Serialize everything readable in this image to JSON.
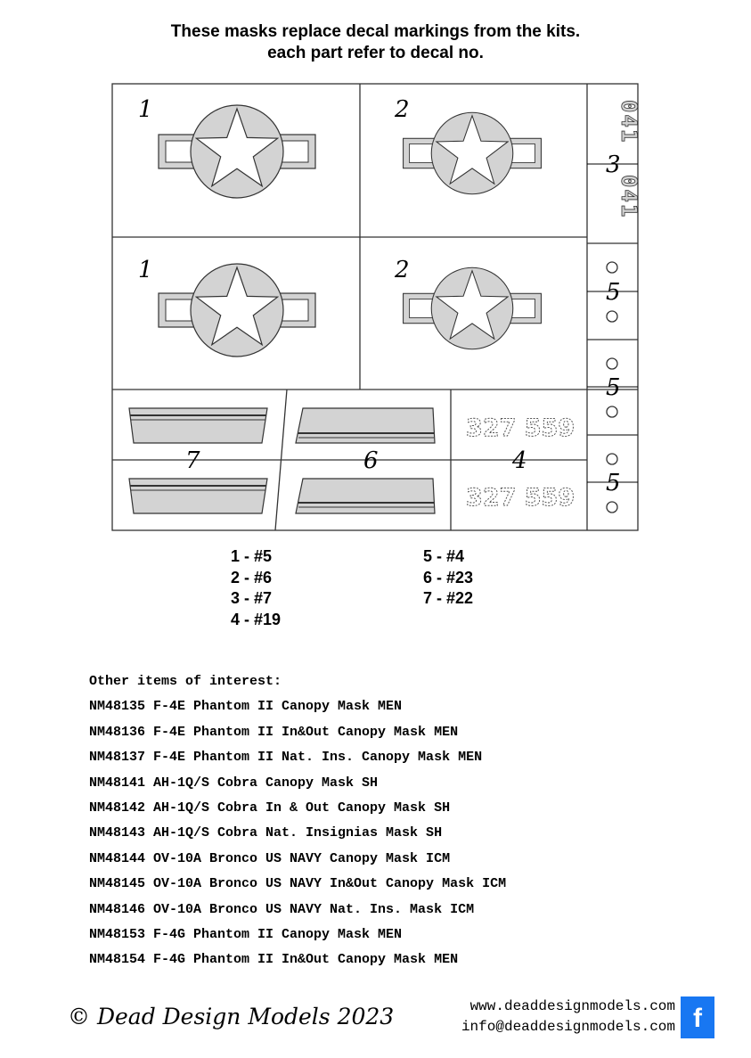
{
  "header": {
    "line1": "These masks replace decal markings from the kits.",
    "line2": "each part refer to decal no."
  },
  "sheet": {
    "part_numbers": [
      "1",
      "2",
      "1",
      "2",
      "3",
      "5",
      "5",
      "5",
      "7",
      "6",
      "4"
    ],
    "serial_codes": [
      "041",
      "041"
    ],
    "tail_numbers": [
      "327 559",
      "327 559"
    ]
  },
  "legend": {
    "left": [
      "1 - #5",
      "2 - #6",
      "3 - #7",
      "4 - #19"
    ],
    "right": [
      "5 - #4",
      "6 - #23",
      "7 - #22"
    ]
  },
  "other_items": {
    "heading": "Other items of interest:",
    "list": [
      "NM48135 F-4E Phantom II Canopy Mask MEN",
      "NM48136 F-4E Phantom II In&Out Canopy Mask MEN",
      "NM48137 F-4E Phantom II Nat. Ins. Canopy Mask MEN",
      "NM48141 AH-1Q/S Cobra Canopy Mask SH",
      "NM48142 AH-1Q/S Cobra In & Out Canopy Mask SH",
      "NM48143 AH-1Q/S Cobra Nat. Insignias Mask SH",
      "NM48144 OV-10A Bronco US NAVY Canopy Mask ICM",
      "NM48145 OV-10A Bronco US NAVY In&Out Canopy Mask ICM",
      "NM48146 OV-10A Bronco US NAVY Nat. Ins. Mask ICM",
      "NM48153 F-4G Phantom II Canopy Mask MEN",
      "NM48154 F-4G Phantom II In&Out Canopy Mask MEN"
    ]
  },
  "footer": {
    "copyright": "© Dead Design Models 2023",
    "website": "www.deaddesignmodels.com",
    "email": "info@deaddesignmodels.com",
    "facebook_glyph": "f",
    "facebook_icon": "facebook-icon"
  },
  "colors": {
    "mask_fill": "#d3d3d3",
    "outline": "#333333",
    "facebook_blue": "#1877f2"
  }
}
